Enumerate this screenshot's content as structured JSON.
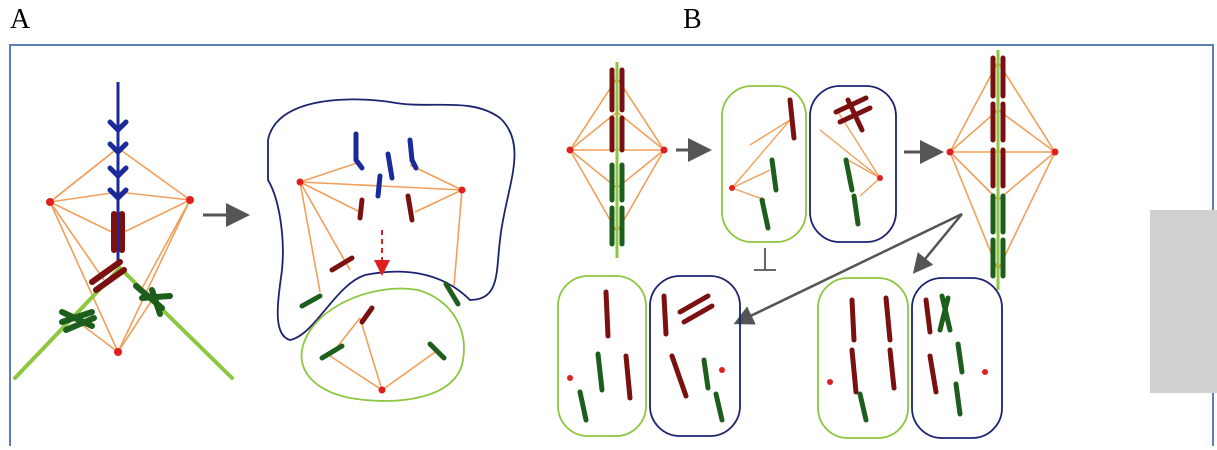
{
  "panels": {
    "a_label": "A",
    "b_label": "B"
  },
  "colors": {
    "frame": "#5b7fb8",
    "spindle": "#f0a05a",
    "pole": "#e02020",
    "blue_chromosome": "#1a2a9a",
    "red_chromosome": "#7a1010",
    "green_chromosome": "#1d5e1d",
    "green_outline": "#8dc63f",
    "navy_outline": "#1c2470",
    "arrow": "#555555",
    "dashed_arrow": "#e02020",
    "gray_block": "#d1d1d1"
  },
  "icons": [
    "process-arrow",
    "dashed-red-arrow",
    "inhibition-symbol",
    "chromosome",
    "spindle-pole"
  ]
}
